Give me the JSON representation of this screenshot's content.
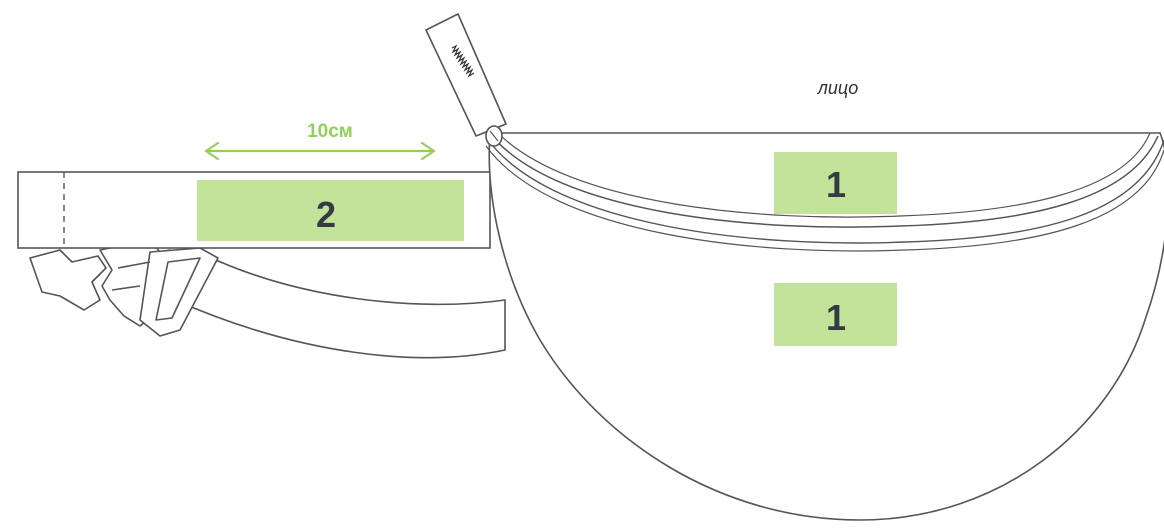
{
  "side_label": "лицо",
  "measurement": {
    "value_label": "10см"
  },
  "zones": [
    {
      "id": "front-upper",
      "number": "1"
    },
    {
      "id": "front-lower",
      "number": "1"
    },
    {
      "id": "strap",
      "number": "2"
    }
  ],
  "colors": {
    "zone_fill": "#c3e39b",
    "arrow": "#93d05a",
    "outline": "#555555",
    "number_text": "#333b44"
  },
  "icons": {
    "zipper_pull": "zipper-pull-icon",
    "buckle": "buckle-icon"
  }
}
